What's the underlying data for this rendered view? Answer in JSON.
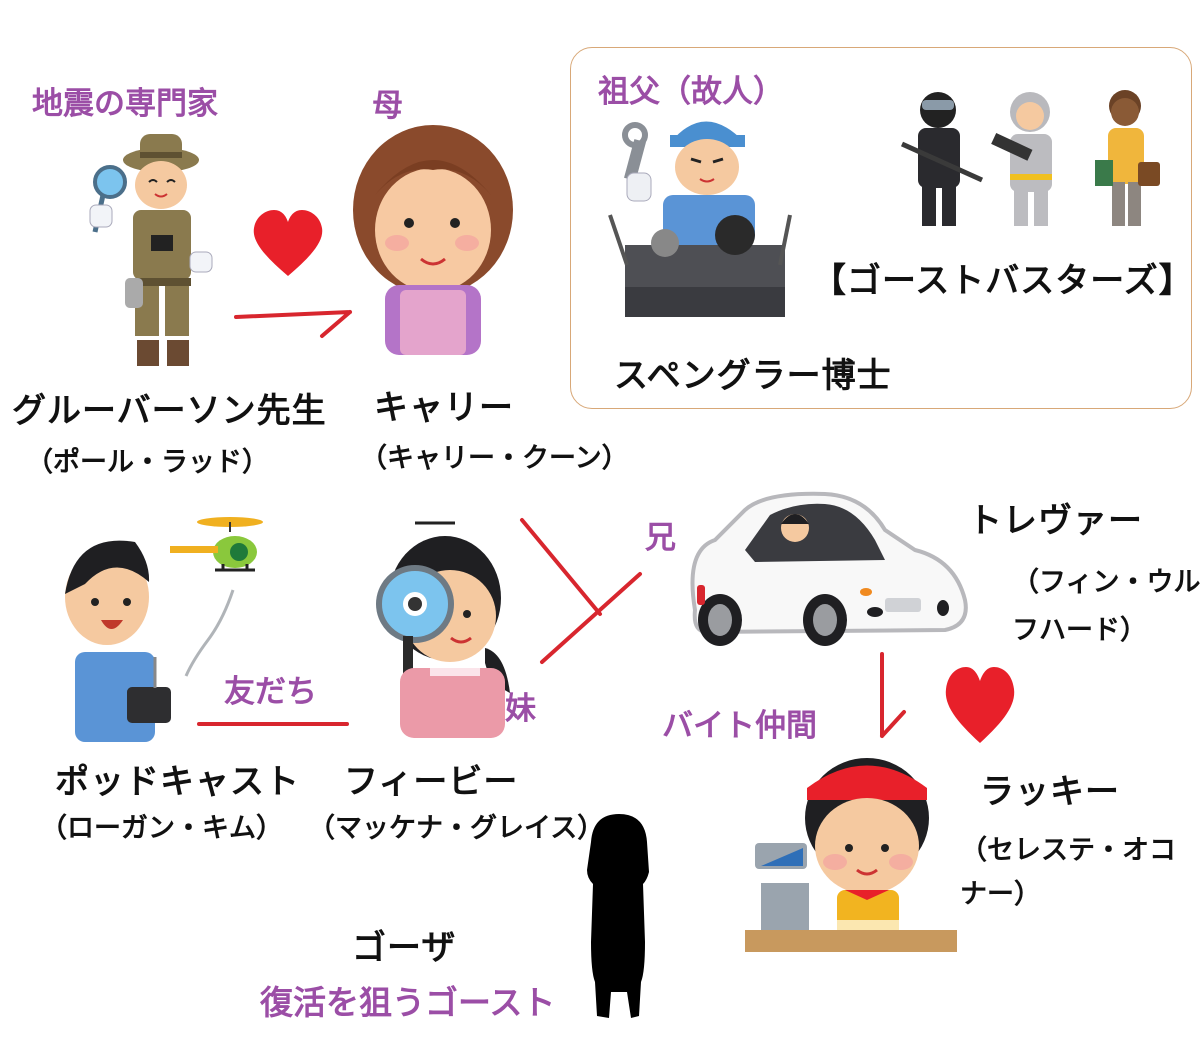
{
  "colors": {
    "role_text": "#9b4ea6",
    "name_text": "#111111",
    "relation_line": "#d8262e",
    "heart": "#e8202a",
    "box_border": "#d8a878"
  },
  "characters": {
    "gruberson": {
      "role": "地震の専門家",
      "name": "グルーバーソン先生",
      "actor": "（ポール・ラッド）",
      "icon": "explorer-with-magnifier"
    },
    "callie": {
      "role": "母",
      "name": "キャリー",
      "actor": "（キャリー・クーン）",
      "icon": "woman-curly-hair"
    },
    "grandfather": {
      "role": "祖父（故人）",
      "name": "スペングラー博士",
      "icon": "mechanic-with-wrench"
    },
    "ghostbusters": {
      "name": "【ゴーストバスターズ】",
      "icon": "three-people-group"
    },
    "podcast": {
      "name": "ポッドキャスト",
      "actor": "（ローガン・キム）",
      "icon": "boy-with-rc-helicopter"
    },
    "phoebe": {
      "name": "フィービー",
      "actor": "（マッケナ・グレイス）",
      "icon": "girl-with-magnifier"
    },
    "trevor": {
      "name": "トレヴァー",
      "actor_line1": "（フィン・ウル",
      "actor_line2": "フハード）",
      "icon": "boy-driving-car"
    },
    "lucky": {
      "name": "ラッキー",
      "actor_line1": "（セレステ・オコ",
      "actor_line2": "ナー）",
      "icon": "girl-cashier"
    },
    "gozer": {
      "name": "ゴーザ",
      "role": "復活を狙うゴースト",
      "icon": "black-silhouette"
    }
  },
  "relations": {
    "friends": "友だち",
    "younger_sister": "妹",
    "older_brother": "兄",
    "coworkers": "バイト仲間"
  }
}
